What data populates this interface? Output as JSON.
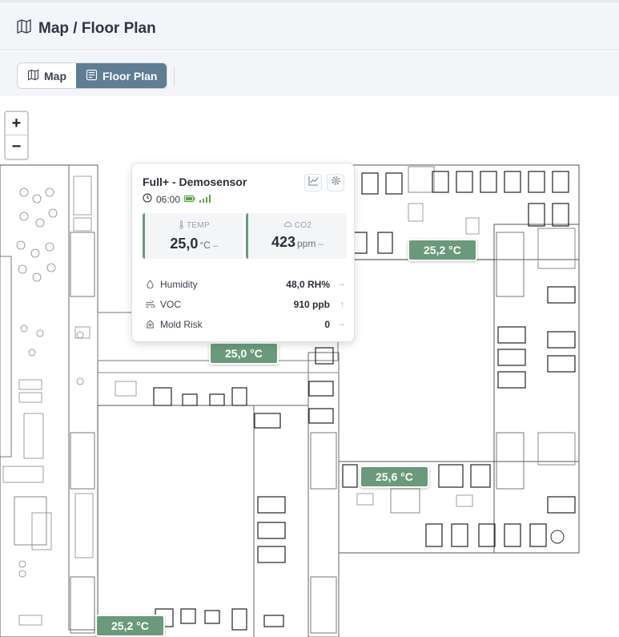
{
  "header": {
    "title": "Map / Floor Plan",
    "icon": "map-icon"
  },
  "view_toggle": {
    "options": [
      {
        "label": "Map",
        "icon": "map-icon",
        "active": false
      },
      {
        "label": "Floor Plan",
        "icon": "floor-plan-icon",
        "active": true
      }
    ]
  },
  "zoom": {
    "in_label": "+",
    "out_label": "−"
  },
  "sensors": [
    {
      "label": "25,2 °C"
    },
    {
      "label": "25,0 °C"
    },
    {
      "label": "25,6 °C"
    },
    {
      "label": "25,2 °C"
    }
  ],
  "popup": {
    "title": "Full+ - Demosensor",
    "time": "06:00",
    "icons": [
      "chart-icon",
      "gear-icon",
      "battery-icon",
      "signal-icon",
      "clock-icon"
    ],
    "tiles": [
      {
        "label": "TEMP",
        "value": "25,0",
        "unit": "°C",
        "trend": "–",
        "icon": "thermometer-icon"
      },
      {
        "label": "CO2",
        "value": "423",
        "unit": "ppm",
        "trend": "–",
        "icon": "cloud-icon"
      }
    ],
    "rows": [
      {
        "label": "Humidity",
        "value": "48,0 RH%",
        "trend": "–",
        "icon": "droplet-icon"
      },
      {
        "label": "VOC",
        "value": "910 ppb",
        "trend": "↑",
        "icon": "wind-icon"
      },
      {
        "label": "Mold Risk",
        "value": "0",
        "trend": "–",
        "icon": "mold-icon"
      }
    ]
  },
  "colors": {
    "accent": "#5f7d93",
    "sensor": "#6a9a7b",
    "trend_up": "#f0a534"
  }
}
